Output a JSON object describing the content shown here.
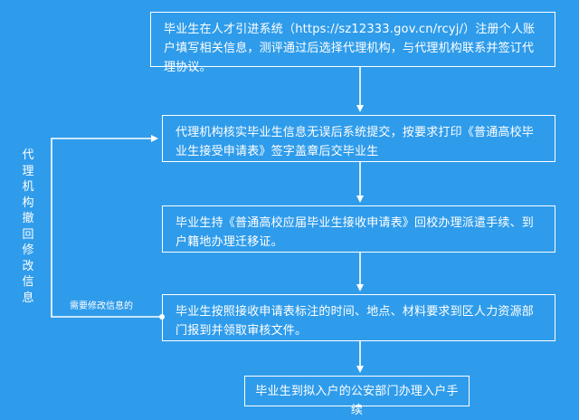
{
  "steps": [
    "毕业生在人才引进系统（https://sz12333.gov.cn/rcyj/）注册个人账户填写相关信息，测评通过后选择代理机构，与代理机构联系并签订代理协议。",
    "代理机构核实毕业生信息无误后系统提交，按要求打印《普通高校毕业生接受申请表》签字盖章后交毕业生",
    "毕业生持《普通高校应届毕业生接收申请表》回校办理派遣手续、到户籍地办理迁移证。",
    "毕业生按照接收申请表标注的时间、地点、材料要求到区人力资源部门报到并领取审核文件。",
    "毕业生到拟入户的公安部门办理入户手续"
  ],
  "side_label": "代理机构撤回修改信息",
  "loop_label": "需要修改信息的"
}
